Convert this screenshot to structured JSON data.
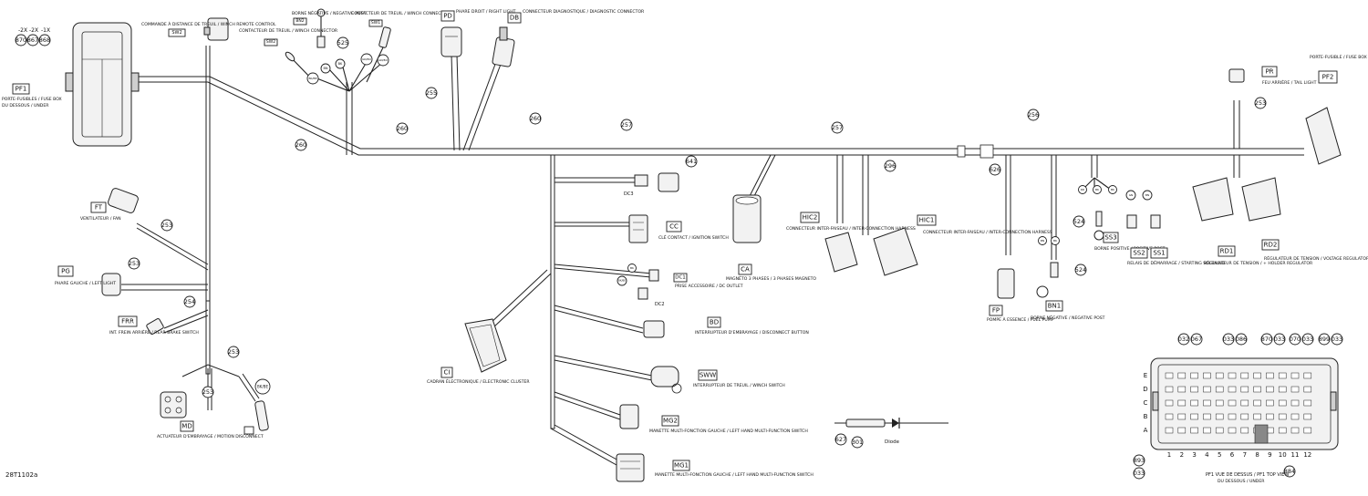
{
  "figure_id": "28T1102a",
  "diagram": {
    "components": [
      {
        "code": "PF1",
        "label": "PORTE-FUSIBLES / FUSE BOX",
        "sub": "DU DESSOUS / UNDER"
      },
      {
        "code": "SW2",
        "label": "COMMANDE À DISTANCE DE TREUIL / WINCH REMOTE CONTROL"
      },
      {
        "code": "SW2",
        "label": "CONTACTEUR DE TREUIL / WINCH CONNECTOR"
      },
      {
        "code": "BN2",
        "label": "BORNE NÉGATIVE / NEGATIVE POST"
      },
      {
        "code": "SW1",
        "label": "CONTACTEUR DE TREUIL / WINCH CONNECTOR"
      },
      {
        "code": "PD",
        "label": "PHARE DROIT / RIGHT LIGHT"
      },
      {
        "code": "DB",
        "label": "CONNECTEUR DIAGNOSTIQUE / DIAGNOSTIC CONNECTOR"
      },
      {
        "code": "PR",
        "label": "FEU ARRIÈRE / TAIL LIGHT"
      },
      {
        "code": "PF2",
        "label": "PORTE-FUSIBLE / FUSE BOX"
      },
      {
        "code": "FT",
        "label": "VENTILATEUR / FAN"
      },
      {
        "code": "PG",
        "label": "PHARE GAUCHE / LEFT LIGHT"
      },
      {
        "code": "FRR",
        "label": "INT. FREIN ARRIÈRE / REAR BRAKE SWITCH"
      },
      {
        "code": "MD",
        "label": "ACTUATEUR D'EMBRAYAGE / MOTION DISCONNECT"
      },
      {
        "code": "DC3",
        "label": ""
      },
      {
        "code": "CC",
        "label": "CLÉ CONTACT / IGNITION SWITCH"
      },
      {
        "code": "DC1",
        "label": "PRISE ACCESSOIRE / DC OUTLET"
      },
      {
        "code": "DC2",
        "label": ""
      },
      {
        "code": "CA",
        "label": "MAGNÉTO 3 PHASES / 3 PHASES MAGNETO"
      },
      {
        "code": "HIC2",
        "label": "CONNECTEUR INTER-FAISEAU / INTER-CONNECTION HARNESS"
      },
      {
        "code": "HIC1",
        "label": "CONNECTEUR INTER-FAISEAU / INTER-CONNECTION HARNESS"
      },
      {
        "code": "CI",
        "label": "CADRAN ÉLECTRONIQUE / ELECTRONIC CLUSTER"
      },
      {
        "code": "BD",
        "label": "INTERRUPTEUR D'EMBRAYAGE / DISCONNECT BUTTON"
      },
      {
        "code": "SWW",
        "label": "INTERRUPTEUR DE TREUIL / WINCH SWITCH"
      },
      {
        "code": "MG2",
        "label": "MANETTE MULTI-FONCTION GAUCHE / LEFT HAND MULTI-FUNCTION SWITCH"
      },
      {
        "code": "MG1",
        "label": "MANETTE MULTI-FONCTION GAUCHE / LEFT HAND MULTI-FUNCTION SWITCH"
      },
      {
        "code": "FP",
        "label": "POMPE À ESSENCE / FUEL PUMP"
      },
      {
        "code": "SS3",
        "label": "BORNE POSITIVE / POSITIVE POST"
      },
      {
        "code": "SS2",
        "label": ""
      },
      {
        "code": "SS1",
        "label": "RELAIS DE DÉMARRAGE / STARTING SOLENOID"
      },
      {
        "code": "BN1",
        "label": "BORNE NÉGATIVE / NEGATIVE POST"
      },
      {
        "code": "RD1",
        "label": "RÉGULATEUR DE TENSION / + HOLDER REGULATOR"
      },
      {
        "code": "RD2",
        "label": "RÉGULATEUR DE TENSION / VOLTAGE REGULATOR"
      }
    ],
    "callouts": [
      "870",
      "867",
      "868",
      "260",
      "260",
      "260",
      "257",
      "257",
      "256",
      "255",
      "253",
      "253",
      "253",
      "253",
      "254",
      "253",
      "253",
      "525",
      "641",
      "296",
      "626",
      "524",
      "524",
      "627",
      "301",
      "893",
      "033",
      "884",
      "032",
      "067",
      "033",
      "086",
      "870",
      "033",
      "070",
      "033",
      "899",
      "033"
    ],
    "fuse_codes": [
      "-2X",
      "-2X",
      "-1X"
    ],
    "wire_colors": [
      "BK/BE",
      "BN",
      "BK",
      "GN/BU",
      "BK/BE",
      "BK",
      "GN/BU",
      "BK/BE",
      "RD",
      "BK",
      "BK",
      "BN",
      "GN",
      "BN",
      "BK"
    ],
    "diode_label": "Diode",
    "fuse_box_grid": {
      "rows": [
        "E",
        "D",
        "C",
        "B",
        "A"
      ],
      "columns": [
        "1",
        "2",
        "3",
        "4",
        "5",
        "6",
        "7",
        "8",
        "9",
        "10",
        "11",
        "12"
      ],
      "caption": "PF1 VUE DE DESSUS / PF1 TOP VIEW",
      "caption_sub": "DU DESSOUS / UNDER"
    }
  }
}
